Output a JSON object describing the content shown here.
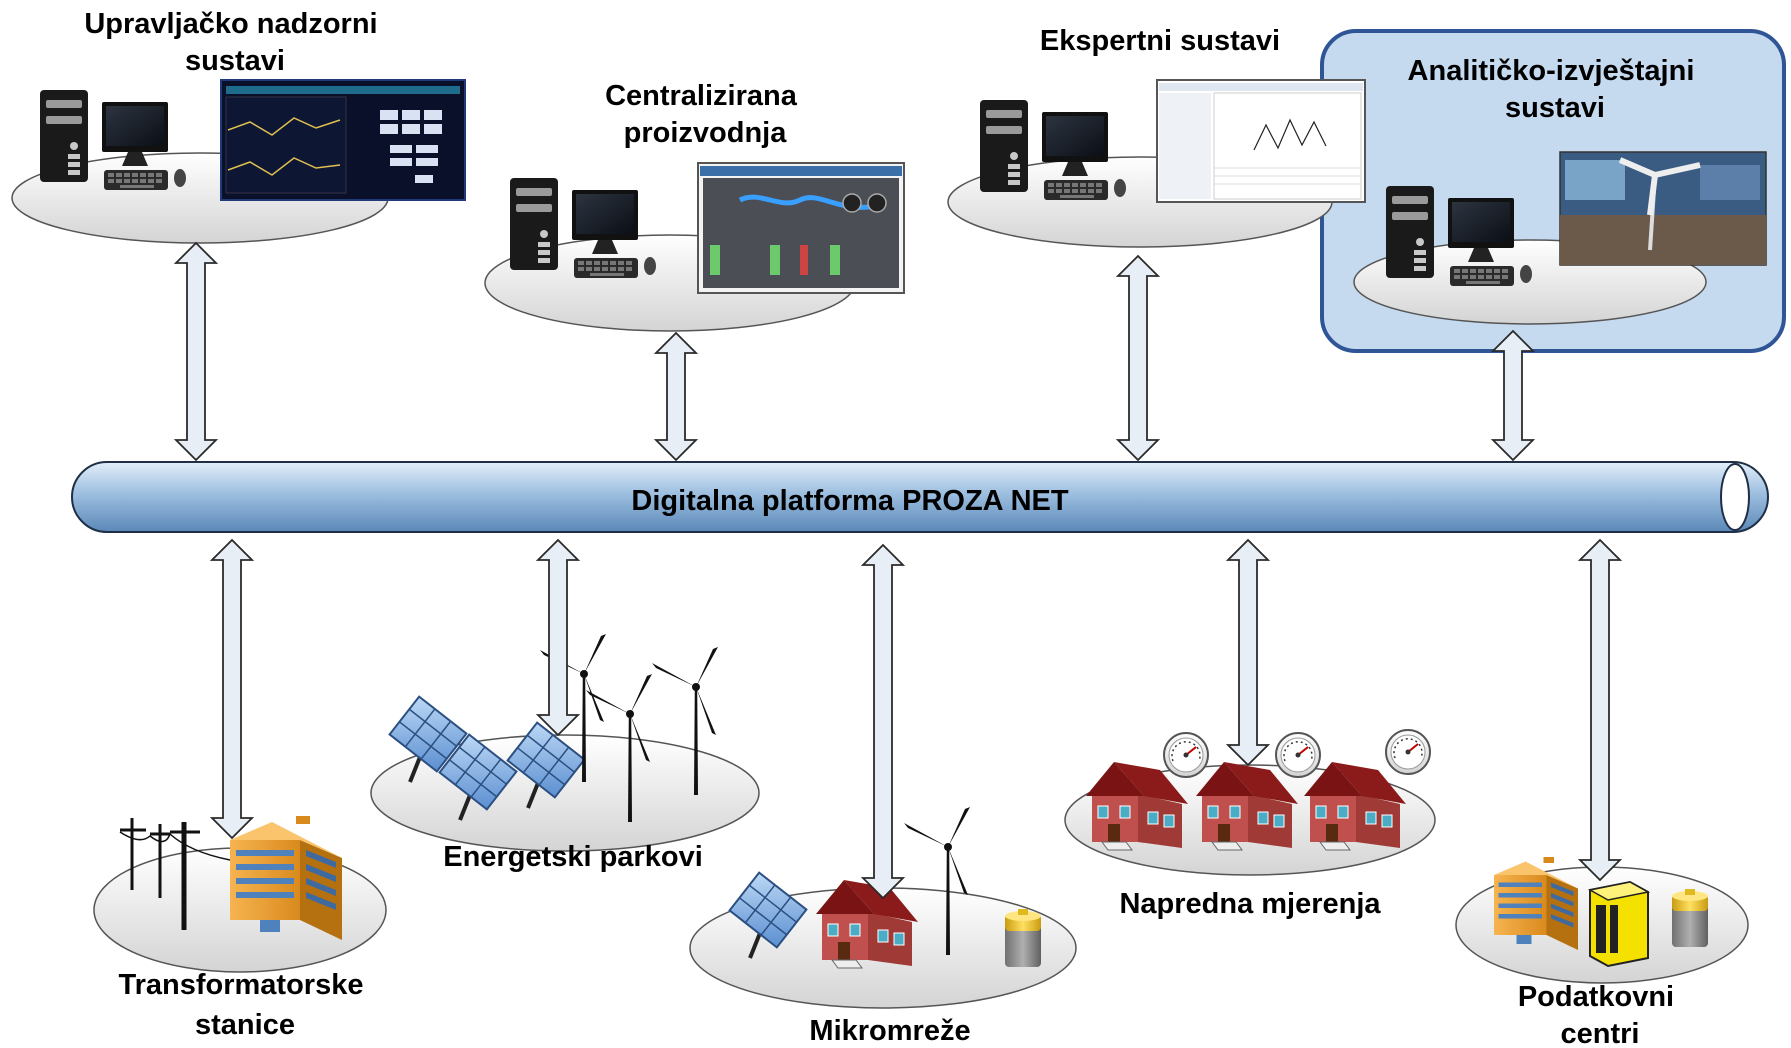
{
  "platform": {
    "label": "Digitalna platforma PROZA NET"
  },
  "upper_systems": [
    {
      "id": "upravljacko",
      "lines": [
        "Upravljačko nadzorni",
        "sustavi"
      ]
    },
    {
      "id": "centralizirana",
      "lines": [
        "Centralizirana",
        "proizvodnja"
      ]
    },
    {
      "id": "ekspertni",
      "lines": [
        "Ekspertni sustavi"
      ]
    },
    {
      "id": "analiticko",
      "lines": [
        "Analitičko-izvještajni",
        "sustavi"
      ]
    }
  ],
  "lower_systems": [
    {
      "id": "transformatorske",
      "lines": [
        "Transformatorske",
        "stanice"
      ]
    },
    {
      "id": "energetski",
      "lines": [
        "Energetski parkovi"
      ]
    },
    {
      "id": "mikromreze",
      "lines": [
        "Mikromreže"
      ]
    },
    {
      "id": "napredna",
      "lines": [
        "Napredna mjerenja"
      ]
    },
    {
      "id": "podatkovni",
      "lines": [
        "Podatkovni",
        "centri"
      ]
    }
  ],
  "colors": {
    "bus_fill": "#7fa7cf",
    "highlight_box": "#c5d9ef",
    "highlight_border": "#2f5597",
    "arrow_fill": "#e8eef6",
    "roof": "#8b1a1a",
    "house_wall": "#c0504d",
    "building": "#f0a030"
  }
}
